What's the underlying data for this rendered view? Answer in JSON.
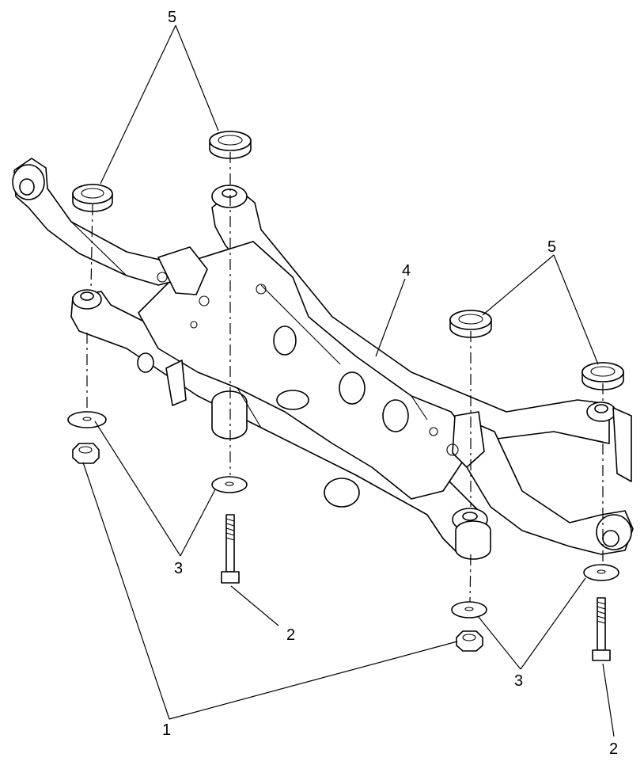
{
  "callouts": [
    {
      "id": "c5a",
      "text": "5"
    },
    {
      "id": "c4",
      "text": "4"
    },
    {
      "id": "c5b",
      "text": "5"
    },
    {
      "id": "c3a",
      "text": "3"
    },
    {
      "id": "c2a",
      "text": "2"
    },
    {
      "id": "c3b",
      "text": "3"
    },
    {
      "id": "c1",
      "text": "1"
    },
    {
      "id": "c2b",
      "text": "2"
    }
  ]
}
